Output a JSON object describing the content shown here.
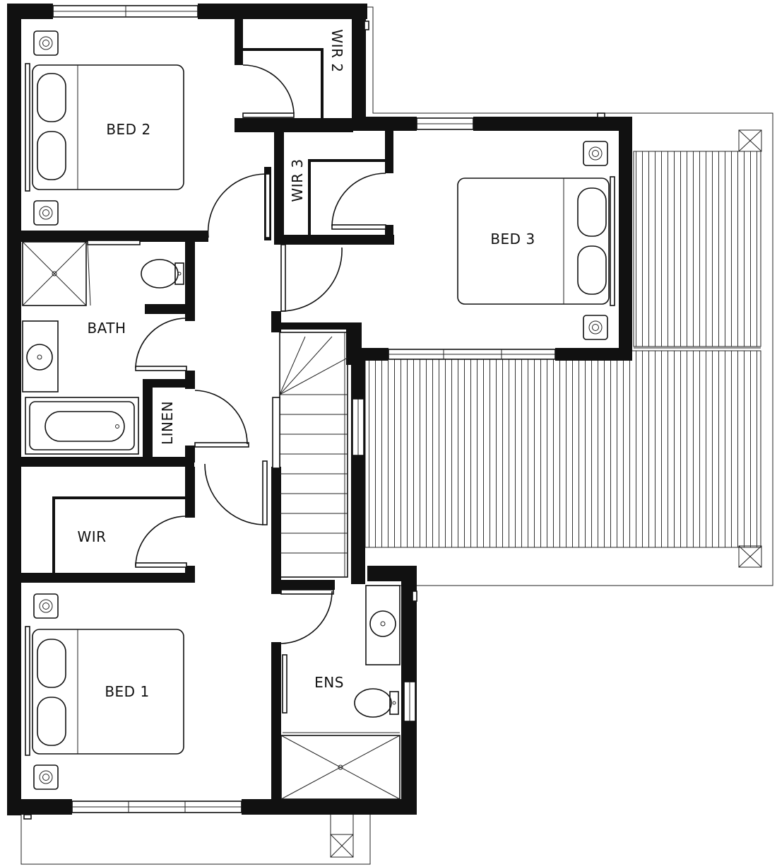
{
  "diagram": {
    "rooms": {
      "bed2": "BED 2",
      "wir2": "WIR 2",
      "wir3": "WIR 3",
      "bed3": "BED 3",
      "bath": "BATH",
      "linen": "LINEN",
      "wir": "WIR",
      "bed1": "BED 1",
      "ens": "ENS"
    },
    "colors": {
      "wall": "#111111",
      "background": "#ffffff",
      "line": "#222222"
    }
  }
}
